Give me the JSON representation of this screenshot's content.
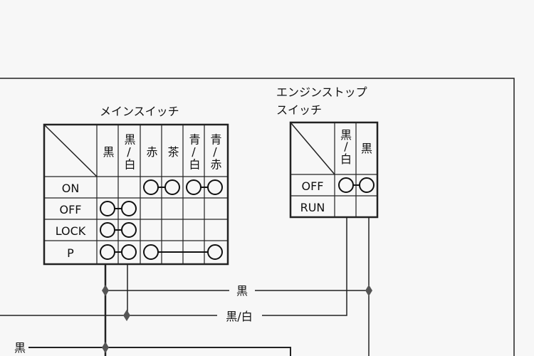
{
  "main_switch": {
    "title": "メインスイッチ",
    "columns": [
      "黒",
      "黒/白",
      "赤",
      "茶",
      "青/白",
      "青/赤"
    ],
    "column_lines": [
      [
        "黒"
      ],
      [
        "黒",
        "/",
        "白"
      ],
      [
        "赤"
      ],
      [
        "茶"
      ],
      [
        "青",
        "/",
        "白"
      ],
      [
        "青",
        "/",
        "赤"
      ]
    ],
    "rows": [
      "ON",
      "OFF",
      "LOCK",
      "P"
    ]
  },
  "engine_stop_switch": {
    "title_line1": "エンジンストップ",
    "title_line2": "スイッチ",
    "column_lines": [
      [
        "黒",
        "/",
        "白"
      ],
      [
        "黒"
      ]
    ],
    "rows": [
      "OFF",
      "RUN"
    ]
  },
  "wire_labels": {
    "black": "黒",
    "black_white": "黒/白",
    "black_left": "黒"
  }
}
